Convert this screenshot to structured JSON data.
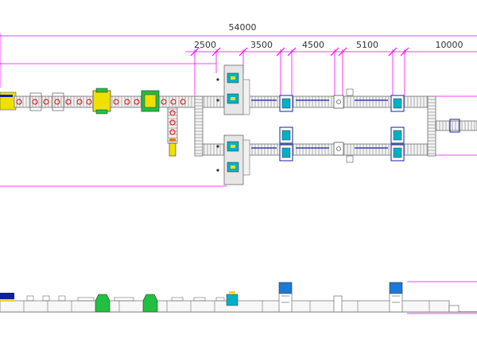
{
  "drawing": {
    "dimensions": {
      "total": "54000",
      "d1": "2500",
      "d2": "3500",
      "d3": "4500",
      "d4": "5100",
      "d5": "10000"
    },
    "colors": {
      "dimension_line": "#ff00ff",
      "conveyor": "#6e6e6e",
      "roller": "#b0b0b0",
      "rack_fill": "#dddddd",
      "yellow_unit": "#f0e000",
      "green_unit": "#20c040",
      "cyan_unit": "#00b0c8",
      "blue_unit": "#1a7ad8",
      "red_marker": "#e02020",
      "orange_marker": "#e08000",
      "navy_line": "#1020a0"
    }
  }
}
